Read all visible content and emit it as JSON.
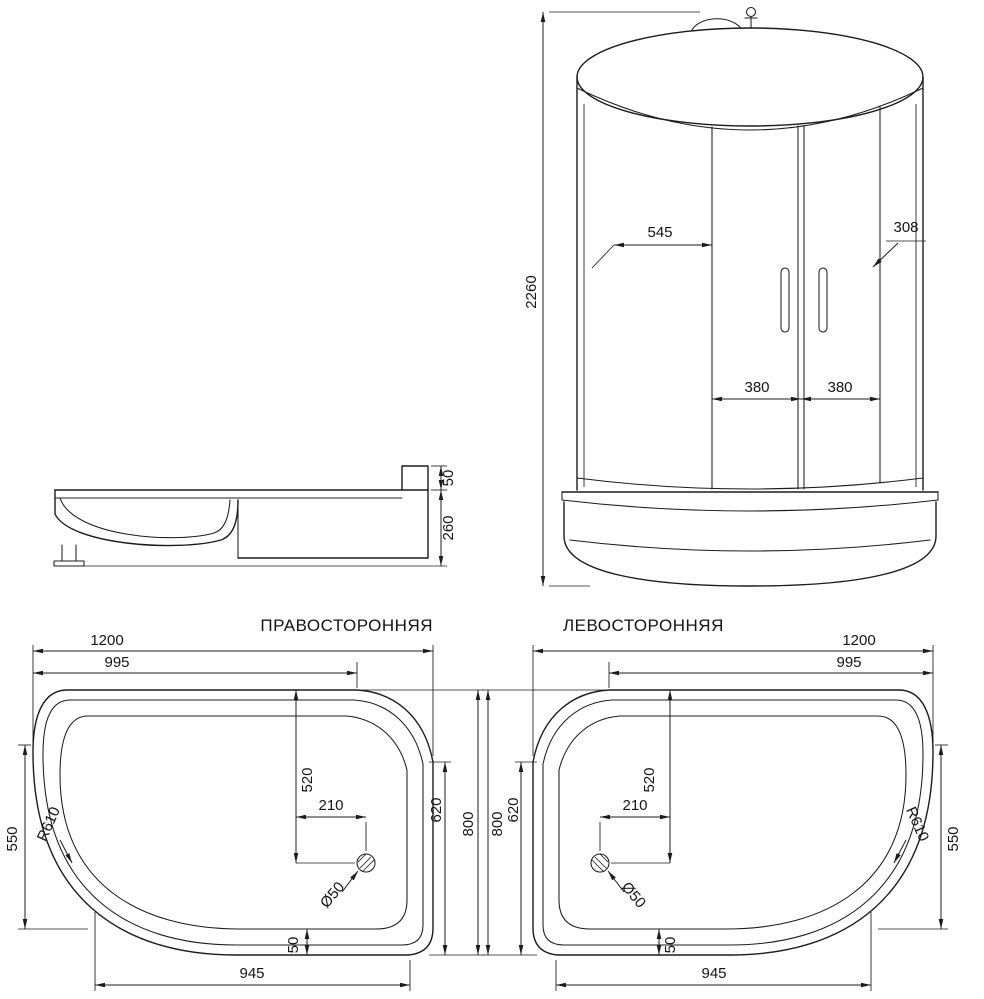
{
  "page": {
    "kind": "corner shower cabin technical drawing",
    "background": "#ffffff",
    "line_color": "#1c1c1c"
  },
  "front_view": {
    "height": "2260",
    "fixed_panel_width": "545",
    "side_panel_width": "308",
    "left_door_width": "380",
    "right_door_width": "380"
  },
  "side_view": {
    "rim_height": "50",
    "tray_depth": "260"
  },
  "plan_views": {
    "right_hand_label": "ПРАВОСТОРОННЯЯ",
    "left_hand_label": "ЛЕВОСТОРОННЯЯ",
    "overall_width": "1200",
    "top_edge_width": "995",
    "overall_depth": "800",
    "straight_side_depth": "620",
    "curved_side_depth": "550",
    "corner_radius": "R610",
    "drain_from_top": "520",
    "drain_from_reference": "210",
    "drain_diameter": "Ø50",
    "drain_bottom_gap": "50",
    "bottom_width": "945"
  }
}
